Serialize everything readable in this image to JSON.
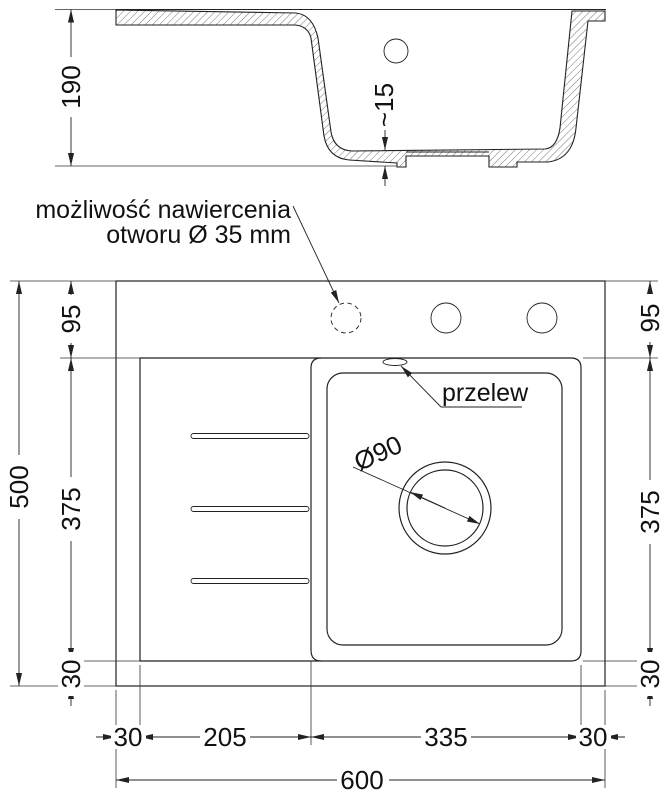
{
  "drawing": {
    "title": "sink-technical-drawing",
    "colors": {
      "line": "#222222",
      "background": "#ffffff"
    },
    "side_view": {
      "height": "190",
      "bottom_thickness": "~15"
    },
    "plan_view": {
      "drill_note_line1": "możliwość nawiercenia",
      "drill_note_line2": "otworu Ø 35 mm",
      "overflow": "przelew",
      "drain": "Ø90"
    },
    "dims": {
      "total_depth": "500",
      "top_strip": "95",
      "bowl_depth": "375",
      "bottom_strip": "30",
      "right_top_strip": "95",
      "right_bowl_depth": "375",
      "right_bottom_strip": "30",
      "left_edge": "30",
      "drainer_width": "205",
      "bowl_width": "335",
      "right_edge": "30",
      "total_width": "600"
    }
  }
}
